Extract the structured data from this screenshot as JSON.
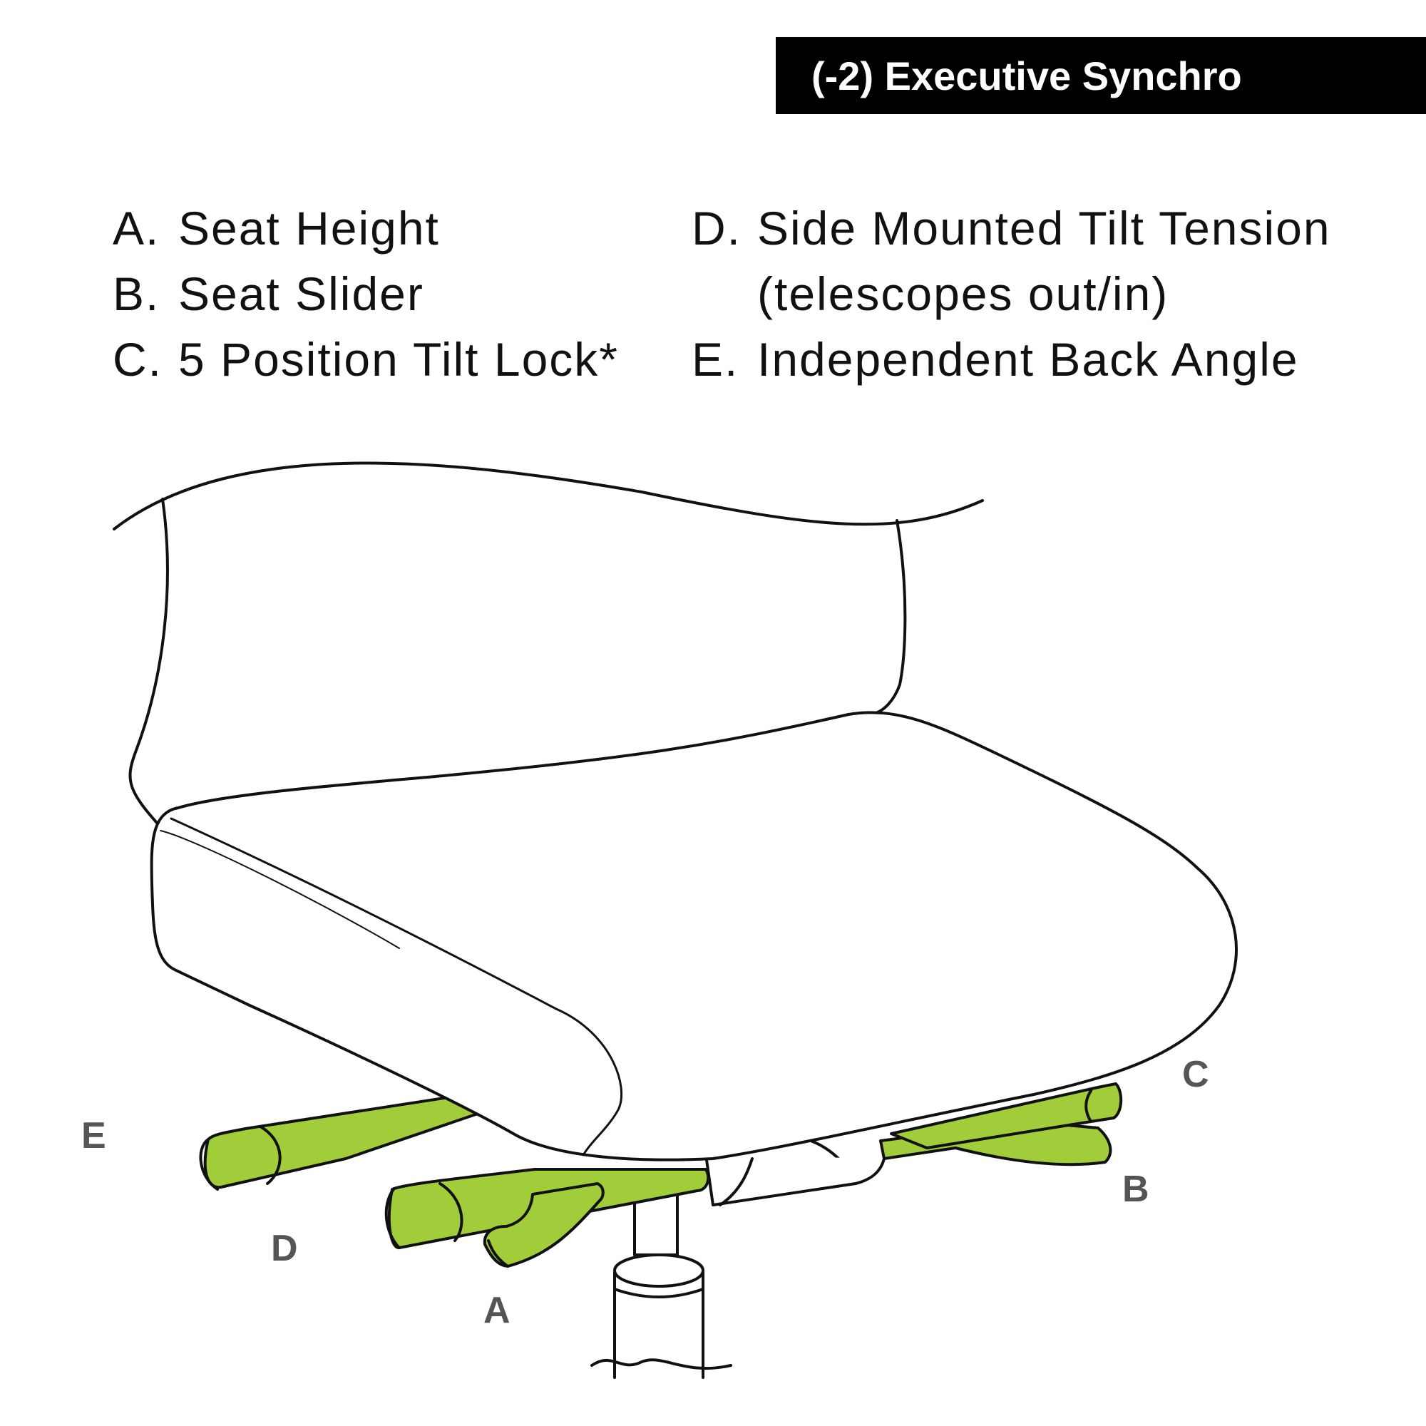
{
  "title": "(-2)  Executive Synchro",
  "legend": {
    "left": [
      {
        "letter": "A.",
        "label": "Seat Height"
      },
      {
        "letter": "B.",
        "label": "Seat Slider"
      },
      {
        "letter": "C.",
        "label": "5 Position  Tilt Lock*"
      }
    ],
    "right": [
      {
        "letter": "D.",
        "label": "Side Mounted  Tilt Tension"
      },
      {
        "letter": "",
        "label": "(telescopes out/in)"
      },
      {
        "letter": "E.",
        "label": "Independent  Back Angle"
      }
    ]
  },
  "callouts": {
    "a": "A",
    "b": "B",
    "c": "C",
    "d": "D",
    "e": "E"
  },
  "colors": {
    "lever": "#a2cd3a",
    "outline": "#111111",
    "callout": "#555555"
  }
}
